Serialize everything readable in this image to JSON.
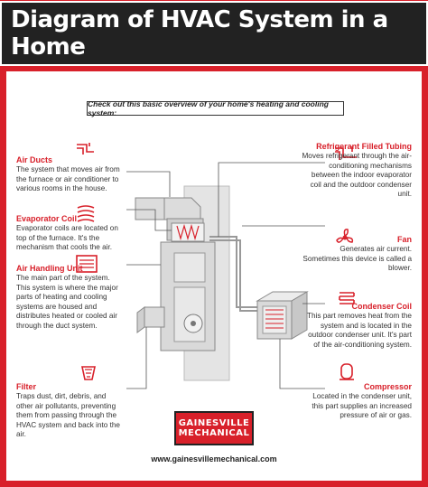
{
  "title": "Diagram of HVAC System in a Home",
  "intro": "Check out this basic overview of your home's heating and cooling system:",
  "left_items": [
    {
      "head": "Air Ducts",
      "body": "The system that moves air from the furnace or air conditioner to various rooms in the house.",
      "icon": "air-duct-icon"
    },
    {
      "head": "Evaporator Coil",
      "body": "Evaporator coils are located on top of the furnace. It's the mechanism that cools the air.",
      "icon": "evaporator-coil-icon"
    },
    {
      "head": "Air Handling Unit",
      "body": "The main part of the system. This system is where the major parts of heating and cooling systems are housed and distributes heated or cooled air through the duct system.",
      "icon": "air-handler-icon"
    },
    {
      "head": "Filter",
      "body": "Traps dust, dirt, debris, and other air pollutants, preventing them from passing through the HVAC system and back into the air.",
      "icon": "filter-icon"
    }
  ],
  "right_items": [
    {
      "head": "Refrigerant Filled Tubing",
      "body": "Moves refrigerant through the air-conditioning mechanisms between the indoor evaporator coil and the outdoor condenser unit.",
      "icon": "tubing-icon"
    },
    {
      "head": "Fan",
      "body": "Generates air current. Sometimes this device is called a blower.",
      "icon": "fan-icon"
    },
    {
      "head": "Condenser Coil",
      "body": "This part removes heat from the system and is located in the outdoor condenser unit. It's part of the air-conditioning system.",
      "icon": "condenser-coil-icon"
    },
    {
      "head": "Compressor",
      "body": "Located in the condenser unit, this part supplies an increased pressure of air or gas.",
      "icon": "compressor-icon"
    }
  ],
  "logo": {
    "line1": "GAINESVILLE",
    "line2": "MECHANICAL"
  },
  "footer_url": "www.gainesvillemechanical.com",
  "colors": {
    "accent": "#d8202a",
    "dark": "#222222",
    "unit_gray": "#d9d9d9"
  }
}
